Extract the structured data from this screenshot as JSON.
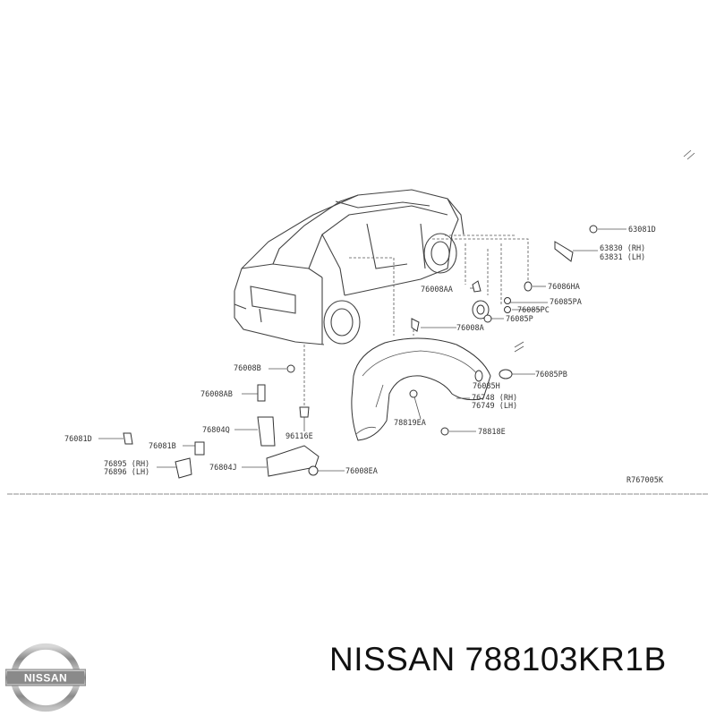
{
  "diagram": {
    "ref_code": "R767005K",
    "callouts": {
      "c63081D": "63081D",
      "c63830": "63830 (RH)",
      "c63831": "63831 (LH)",
      "c76086HA": "76086HA",
      "c76008AA": "76008AA",
      "c76085PA": "76085PA",
      "c76085PC": "76085PC",
      "c76008A": "76008A",
      "c76085P": "76085P",
      "c76008B": "76008B",
      "c76085PB": "76085PB",
      "c76008AB": "76008AB",
      "c76085H": "76085H",
      "c76748": "76748 (RH)",
      "c76749": "76749 (LH)",
      "c78819EA": "78819EA",
      "c78818E": "78818E",
      "c76804Q": "76804Q",
      "c96116E": "96116E",
      "c76081D": "76081D",
      "c76081B": "76081B",
      "c76895": "76895 (RH)",
      "c76896": "76896 (LH)",
      "c76804J": "76804J",
      "c76008EA": "76008EA"
    }
  },
  "footer": {
    "brand_text": "NISSAN 788103KR1B",
    "logo_text": "NISSAN"
  }
}
